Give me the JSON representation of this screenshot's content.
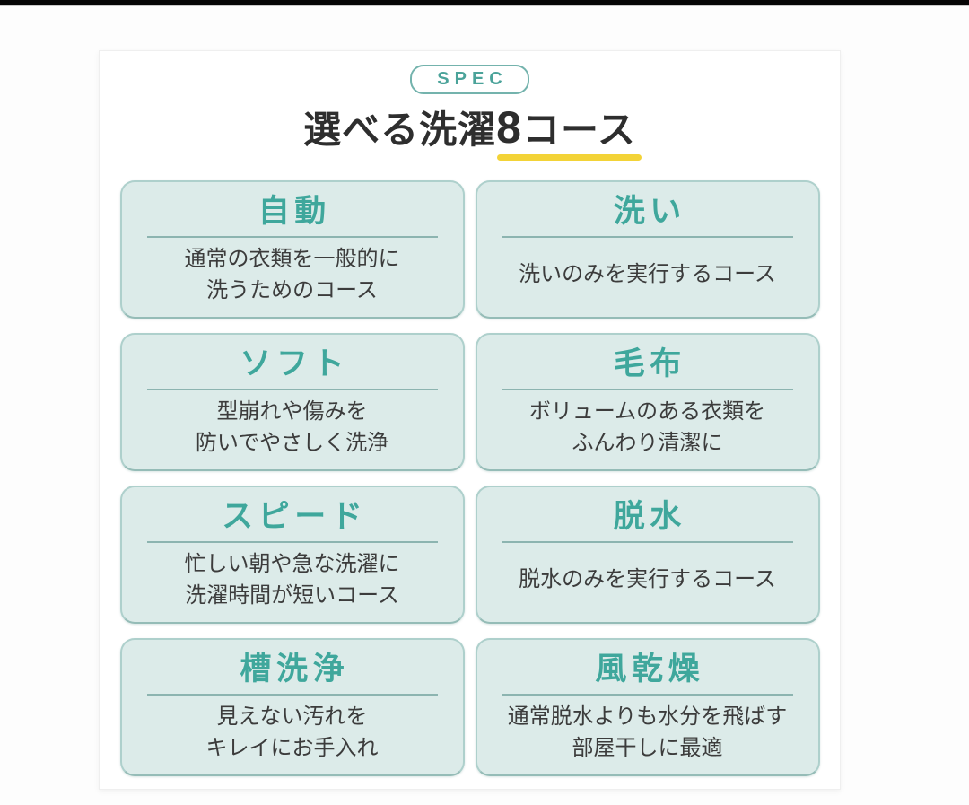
{
  "header": {
    "badge": "SPEC",
    "title_prefix": "選べる洗濯",
    "title_number": "8",
    "title_suffix": "コース"
  },
  "colors": {
    "accent_teal": "#3fa79c",
    "badge_teal": "#4ba39a",
    "card_background": "#dcebe9",
    "card_border": "#aed0cc",
    "underline_yellow": "#f3d337",
    "body_text": "#3c3c3c",
    "title_text": "#2e2e2e"
  },
  "courses": [
    {
      "name": "自動",
      "line1": "通常の衣類を一般的に",
      "line2": "洗うためのコース"
    },
    {
      "name": "洗い",
      "line1": "洗いのみを実行するコース",
      "line2": ""
    },
    {
      "name": "ソフト",
      "line1": "型崩れや傷みを",
      "line2": "防いでやさしく洗浄"
    },
    {
      "name": "毛布",
      "line1": "ボリュームのある衣類を",
      "line2": "ふんわり清潔に"
    },
    {
      "name": "スピード",
      "line1": "忙しい朝や急な洗濯に",
      "line2": "洗濯時間が短いコース"
    },
    {
      "name": "脱水",
      "line1": "脱水のみを実行するコース",
      "line2": ""
    },
    {
      "name": "槽洗浄",
      "line1": "見えない汚れを",
      "line2": "キレイにお手入れ"
    },
    {
      "name": "風乾燥",
      "line1": "通常脱水よりも水分を飛ばす",
      "line2": "部屋干しに最適"
    }
  ]
}
